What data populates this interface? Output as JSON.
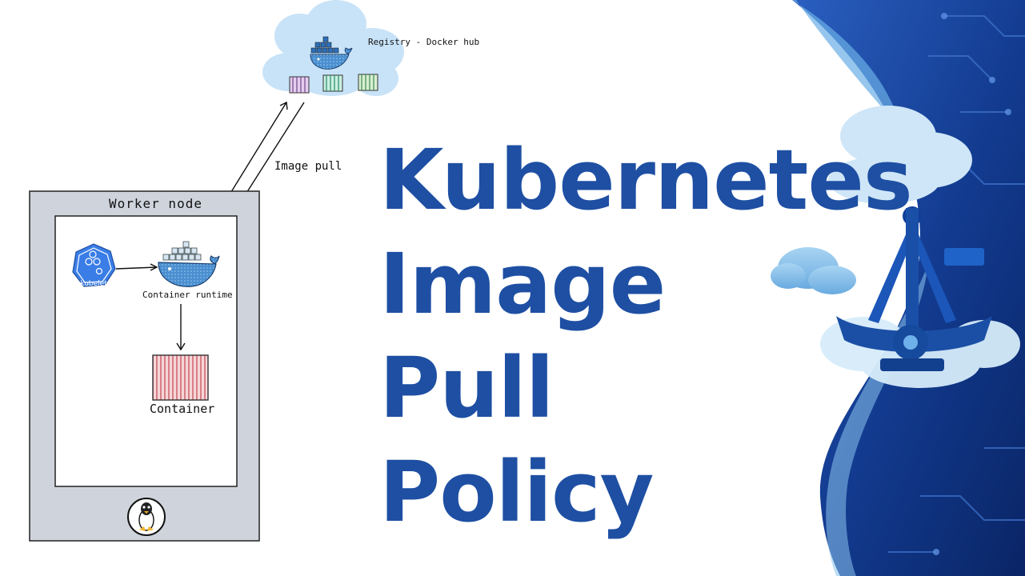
{
  "title": {
    "lines": [
      "Kubernetes",
      "Image",
      "Pull",
      "Policy"
    ]
  },
  "diagram": {
    "registry_label": "Registry - Docker hub",
    "image_pull_label": "Image pull",
    "worker_node_label": "Worker node",
    "kubelet_label": "kubelet",
    "runtime_label": "Container runtime",
    "container_label": "Container"
  },
  "colors": {
    "title": "#1e4fa3",
    "navy": "#0d2f7a",
    "cloud": "#c8e3f8",
    "kubelet": "#3a7de6",
    "worker_node_fill": "#cfd4dc",
    "container_stripe": "#d77f86"
  },
  "icons": [
    "docker-whale-icon",
    "kubelet-icon",
    "linux-tux-icon",
    "container-icon",
    "pendulum-ride-icon"
  ]
}
